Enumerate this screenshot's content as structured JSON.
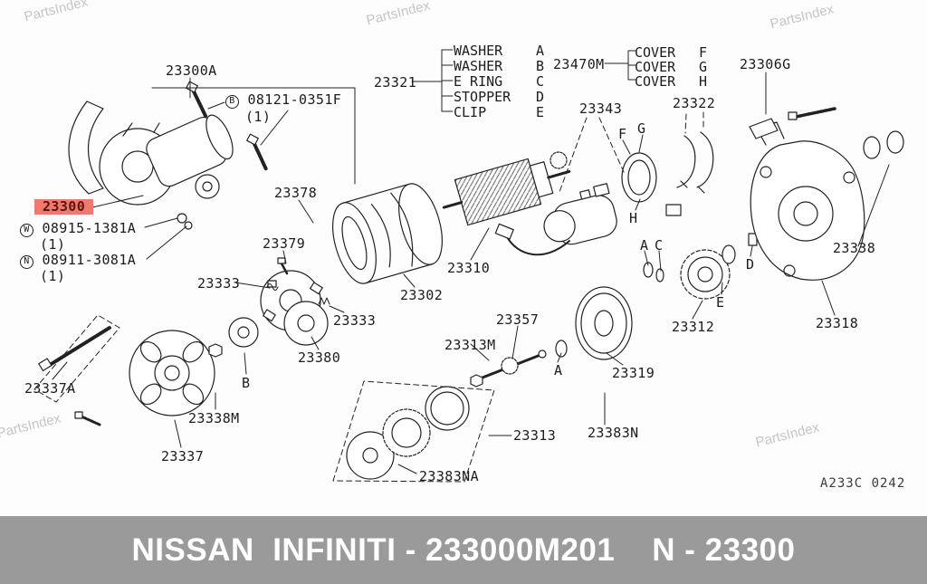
{
  "colors": {
    "highlight_bg": "#ee7a6e",
    "highlight_text": "#5a1510",
    "footer_bg": "#9a9a9a",
    "footer_text": "#ffffff",
    "watermark": "#c5c5c5",
    "label_text": "#1c1c1c"
  },
  "watermark_text": "PartsIndex",
  "diagram_code": "A233C 0242",
  "labels": {
    "p23300a": "23300A",
    "bolt_b_prefix": "B",
    "bolt_b_num": "08121-0351F",
    "bolt_b_qty": "(1)",
    "p23321": "23321",
    "p23470m": "23470M",
    "p23306g": "23306G",
    "p23343": "23343",
    "p23322": "23322",
    "p23300": "23300",
    "w_prefix": "W",
    "w_num": "08915-1381A",
    "w_qty": "(1)",
    "n_prefix": "N",
    "n_num": "08911-3081A",
    "n_qty": "(1)",
    "p23378": "23378",
    "p23379": "23379",
    "p23333a": "23333",
    "p23333b": "23333",
    "p23380": "23380",
    "p23302": "23302",
    "p23310": "23310",
    "p23357": "23357",
    "p23313m": "23313M",
    "p23312": "23312",
    "p23319": "23319",
    "p23318": "23318",
    "p23338": "23338",
    "p23337a": "23337A",
    "p23338m": "23338M",
    "p23337": "23337",
    "p23313": "23313",
    "p23383n": "23383N",
    "p23383na": "23383NA"
  },
  "ref_letters": {
    "f": "F",
    "g": "G",
    "h": "H",
    "a1": "A",
    "c": "C",
    "e": "E",
    "d": "D",
    "b": "B",
    "a2": "A"
  },
  "legend_23321": {
    "code": "23321",
    "items": [
      {
        "name": "WASHER",
        "letter": "A"
      },
      {
        "name": "WASHER",
        "letter": "B"
      },
      {
        "name": "E RING",
        "letter": "C"
      },
      {
        "name": "STOPPER",
        "letter": "D"
      },
      {
        "name": "CLIP",
        "letter": "E"
      }
    ]
  },
  "legend_23470m": {
    "code": "23470M",
    "items": [
      {
        "name": "COVER",
        "letter": "F"
      },
      {
        "name": "COVER",
        "letter": "G"
      },
      {
        "name": "COVER",
        "letter": "H"
      }
    ]
  },
  "footer": {
    "brand": "NISSAN  INFINITI",
    "part_code": "233000M201",
    "ref": "N - 23300",
    "text": "NISSAN  INFINITI - 233000M201    N - 23300"
  }
}
